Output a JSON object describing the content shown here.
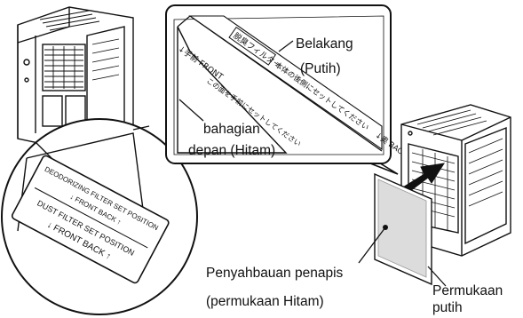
{
  "labels": {
    "belakang": "Belakang",
    "putih_paren": "(Putih)",
    "bahagian": "bahagian",
    "depan_hitam": "depan (Hitam)",
    "penyahbauan": "Penyahbauan penapis",
    "permukaan_hitam": "(permukaan Hitam)",
    "permukaan": "Permukaan",
    "putih": "putih"
  },
  "filter_sheet": {
    "front_tag": "↓手前 FRONT",
    "deodorizing_jp": "脱臭フィルター",
    "back_set_jp": "本体の後側にセットしてください",
    "back_tag": "↓奥 BACK",
    "front_set_jp": "この面を手前にセットしてください"
  },
  "magnified_label": {
    "line1": "DEODORIZING FILTER SET POSITION",
    "line2": "↓ FRONT BACK ↑",
    "line3": "DUST FILTER SET POSITION",
    "line4": "↓ FRONT BACK ↑"
  },
  "colors": {
    "line": "#111111",
    "filter_gray": "#dcdcdc",
    "panel": "#ffffff"
  }
}
